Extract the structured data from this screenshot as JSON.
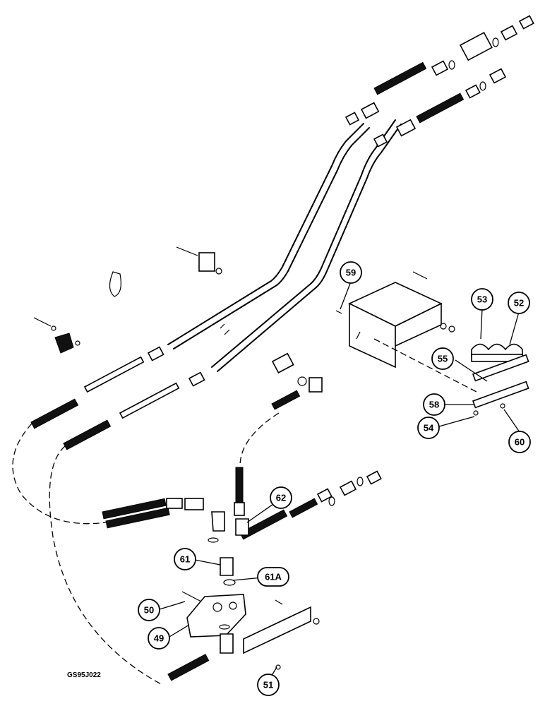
{
  "figure_id": "GS95J022",
  "callouts": [
    "59",
    "53",
    "52",
    "55",
    "58",
    "54",
    "60",
    "62",
    "61",
    "61A",
    "50",
    "49",
    "51"
  ]
}
